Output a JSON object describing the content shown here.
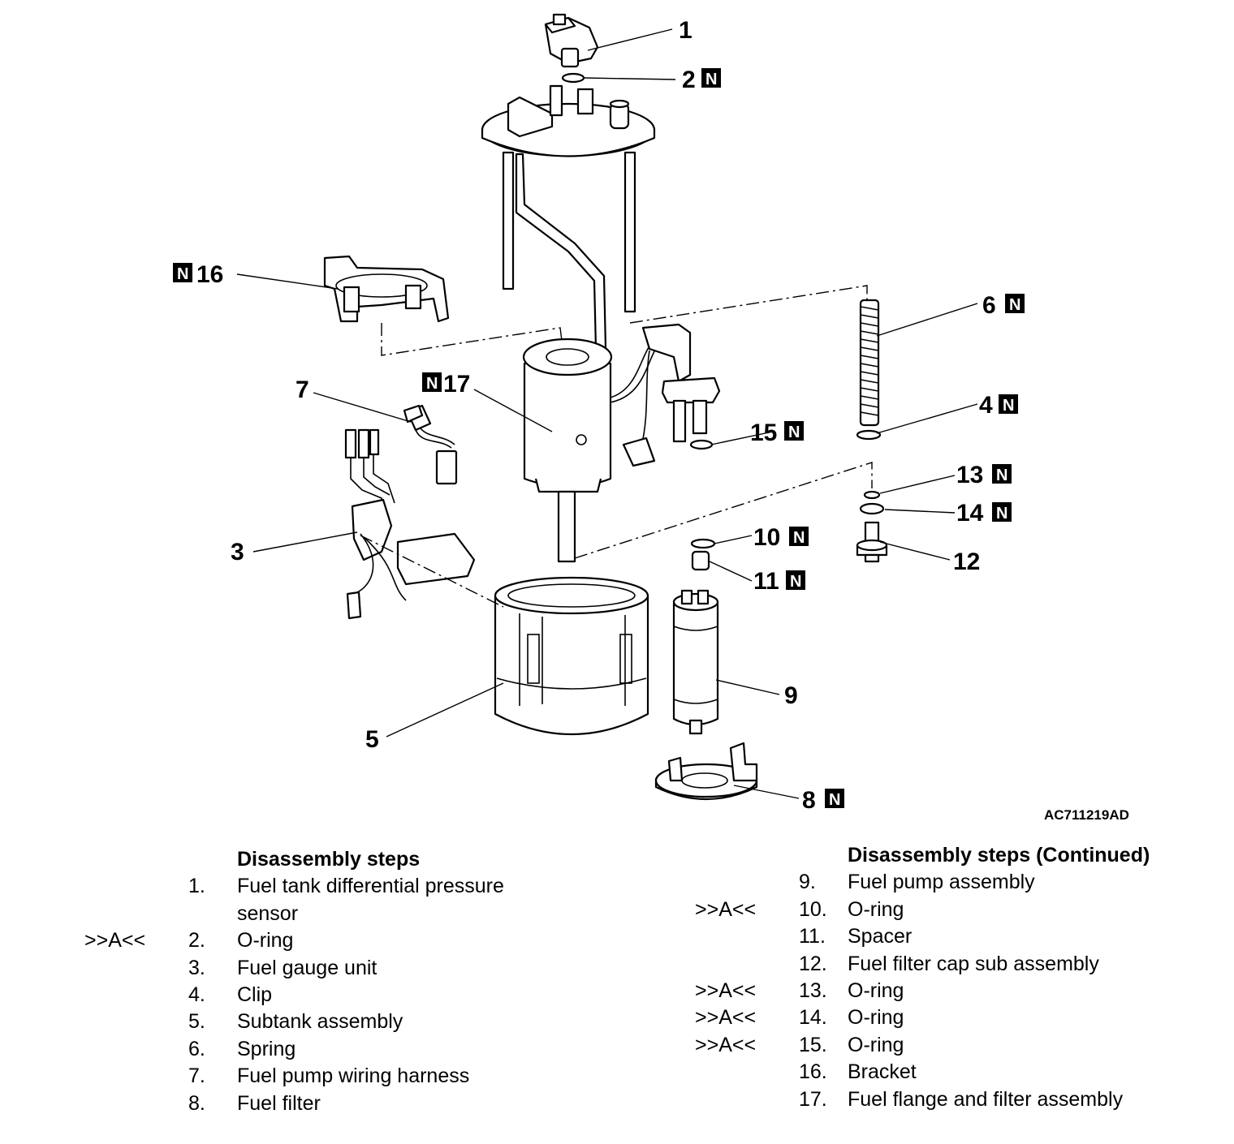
{
  "figure_id": "AC711219AD",
  "new_part_mark": "N",
  "callouts": {
    "c1": "1",
    "c2": "2",
    "c3": "3",
    "c4": "4",
    "c5": "5",
    "c6": "6",
    "c7": "7",
    "c8": "8",
    "c9": "9",
    "c10": "10",
    "c11": "11",
    "c12": "12",
    "c13": "13",
    "c14": "14",
    "c15": "15",
    "c16": "16",
    "c17": "17"
  },
  "left_steps": {
    "heading": "Disassembly steps",
    "rows": [
      {
        "mark": "",
        "num": "1.",
        "text": "Fuel tank differential pressure"
      },
      {
        "mark": "",
        "num": "",
        "text": "sensor"
      },
      {
        "mark": ">>A<<",
        "num": "2.",
        "text": "O-ring"
      },
      {
        "mark": "",
        "num": "3.",
        "text": "Fuel gauge unit"
      },
      {
        "mark": "",
        "num": "4.",
        "text": "Clip"
      },
      {
        "mark": "",
        "num": "5.",
        "text": "Subtank assembly"
      },
      {
        "mark": "",
        "num": "6.",
        "text": "Spring"
      },
      {
        "mark": "",
        "num": "7.",
        "text": "Fuel pump wiring harness"
      },
      {
        "mark": "",
        "num": "8.",
        "text": "Fuel filter"
      }
    ]
  },
  "right_steps": {
    "heading": "Disassembly steps (Continued)",
    "rows": [
      {
        "mark": "",
        "num": "9.",
        "text": "Fuel pump assembly"
      },
      {
        "mark": ">>A<<",
        "num": "10.",
        "text": "O-ring"
      },
      {
        "mark": "",
        "num": "11.",
        "text": "Spacer"
      },
      {
        "mark": "",
        "num": "12.",
        "text": "Fuel filter cap sub assembly"
      },
      {
        "mark": ">>A<<",
        "num": "13.",
        "text": "O-ring"
      },
      {
        "mark": ">>A<<",
        "num": "14.",
        "text": "O-ring"
      },
      {
        "mark": ">>A<<",
        "num": "15.",
        "text": "O-ring"
      },
      {
        "mark": "",
        "num": "16.",
        "text": "Bracket"
      },
      {
        "mark": "",
        "num": "17.",
        "text": "Fuel flange and filter assembly"
      }
    ]
  }
}
